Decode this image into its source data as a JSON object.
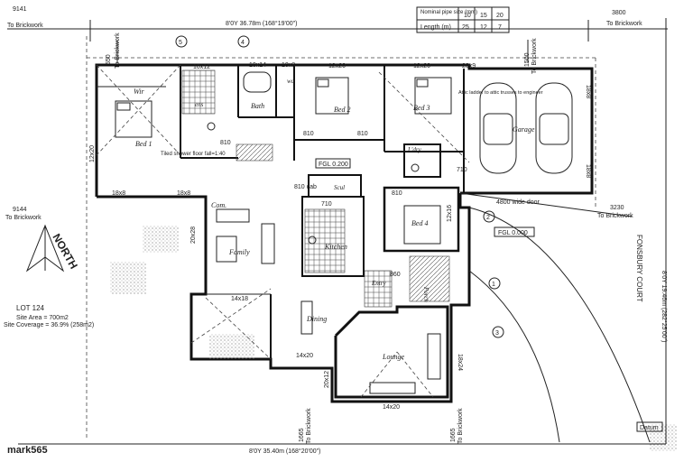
{
  "lot": {
    "title": "LOT 124",
    "site_area": "Site Area = 700m2",
    "site_coverage": "Site Coverage = 36.9% (258m2)"
  },
  "boundaries": {
    "top": "8'0Y 36.78m (168°19'00\")",
    "bottom": "8'0Y 35.40m (168°20'00\")",
    "right": "8'0Y 19.46m (282°25'00\")",
    "street": "FONSBURY COURT"
  },
  "setbacks": {
    "tl_value": "9141",
    "tl_label": "To Brickwork",
    "tr_value": "3800",
    "tr_label": "To Brickwork",
    "ml_value": "9144",
    "ml_label": "To Brickwork",
    "mr_value": "3230",
    "mr_label": "To Brickwork",
    "top_550": "550",
    "top_550_b": "To Brickwork",
    "top_1500": "1500",
    "top_1500_b": "To Brickwork",
    "bot_1665": "1665",
    "bot_1665_b": "To Brickwork",
    "bot_1665b": "1665",
    "bot_1665b_b": "To Brickwork"
  },
  "pipe_table": {
    "row1": [
      "Nominal pipe size (mm)",
      "10",
      "15",
      "20"
    ],
    "row2": [
      "Length (m)",
      "25",
      "12",
      "7"
    ]
  },
  "rooms": {
    "wir": "Wir",
    "bed1": "Bed 1",
    "bed2": "Bed 2",
    "bed3": "Bed 3",
    "bed4": "Bed 4",
    "bath": "Bath",
    "ens": "ens",
    "wc": "wc",
    "laundry": "L'dry",
    "garage": "Garage",
    "com": "Com.",
    "family": "Family",
    "kitchen": "Kitchen",
    "scul": "Scul",
    "dining": "Dining",
    "lounge": "Lounge",
    "entry": "Entry",
    "porch": "Porch"
  },
  "dims": {
    "d10x12": "10x12",
    "d10x14": "10x14",
    "d10x8": "10x8",
    "d12x20a": "12x20",
    "d12x20b": "12x20",
    "d20x9": "20x9",
    "d12x20side": "12x20",
    "d18x8a": "18x8",
    "d18x8b": "18x8",
    "d20x28": "20x28",
    "d14x18": "14x18",
    "d14x20a": "14x20",
    "d14x20b": "14x20",
    "d20x12": "20x12",
    "d18x24": "18x24",
    "d12x16": "12x16",
    "d18x8g": "18x8",
    "d18x8g2": "18x8",
    "d810a": "810",
    "d810b": "810",
    "d810c": "810",
    "d810d": "810",
    "d710a": "710",
    "d710b": "710",
    "d860": "860",
    "d810cab": "810 cab",
    "wide_door": "4800 wide door"
  },
  "notes": {
    "tiled_shower": "Tiled shower floor fall=1:40",
    "attic_ladder": "Attic ladder to attic trusses to engineer",
    "fgl_main": "FGL 0.200",
    "fgl_side": "FGL 0.000",
    "datum": "Datum",
    "north": "NORTH"
  },
  "markers": {
    "m4": "4",
    "m5": "5",
    "m1": "1",
    "m2": "2",
    "m3": "3"
  },
  "watermark": "mark565"
}
